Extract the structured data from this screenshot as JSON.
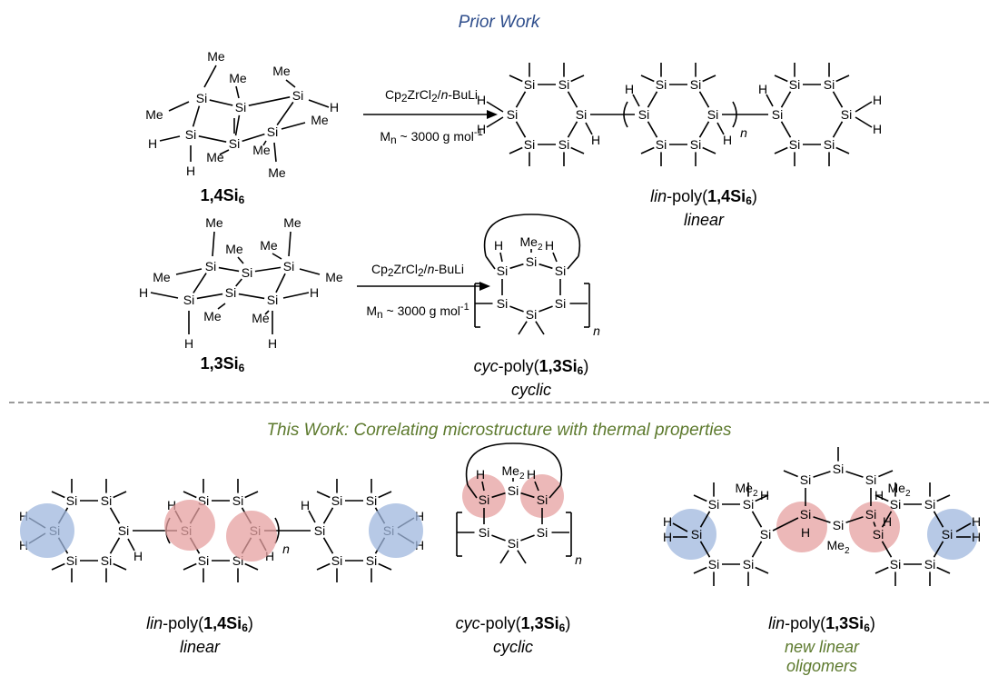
{
  "headers": {
    "prior": "Prior Work",
    "this_work": "This Work: Correlating microstructure with thermal properties"
  },
  "colors": {
    "prior_header": "#2f4e8c",
    "this_header": "#5d7a2e",
    "blue_highlight": "#9fb7dd",
    "red_highlight": "#e6a0a0",
    "divider": "#9a9a9a"
  },
  "atoms": {
    "si": "Si",
    "h": "H",
    "me": "Me",
    "me2": "Me",
    "n": "n"
  },
  "reagents": {
    "catalyst_a": "Cp",
    "catalyst_b": "ZrCl",
    "catalyst_c": "/",
    "catalyst_d": "n",
    "catalyst_e": "-BuLi",
    "mass_a": "M",
    "mass_sub": "n",
    "mass_b": " ~ 3000 g mol",
    "mass_exp": "-1",
    "sub2": "2"
  },
  "compounds": {
    "c14": {
      "prefix": "1,4Si",
      "sub": "6"
    },
    "c13": {
      "prefix": "1,3Si",
      "sub": "6"
    }
  },
  "captions": {
    "lin14": {
      "prefix": "lin",
      "mid": "-poly(",
      "bold": "1,4Si",
      "sub": "6",
      "close": ")",
      "desc": "linear"
    },
    "cyc13": {
      "prefix": "cyc",
      "mid": "-poly(",
      "bold": "1,3Si",
      "sub": "6",
      "close": ")",
      "desc": "cyclic"
    },
    "lin13": {
      "prefix": "lin",
      "mid": "-poly(",
      "bold": "1,3Si",
      "sub": "6",
      "close": ")",
      "desc1": "new linear",
      "desc2": "oligomers"
    }
  }
}
